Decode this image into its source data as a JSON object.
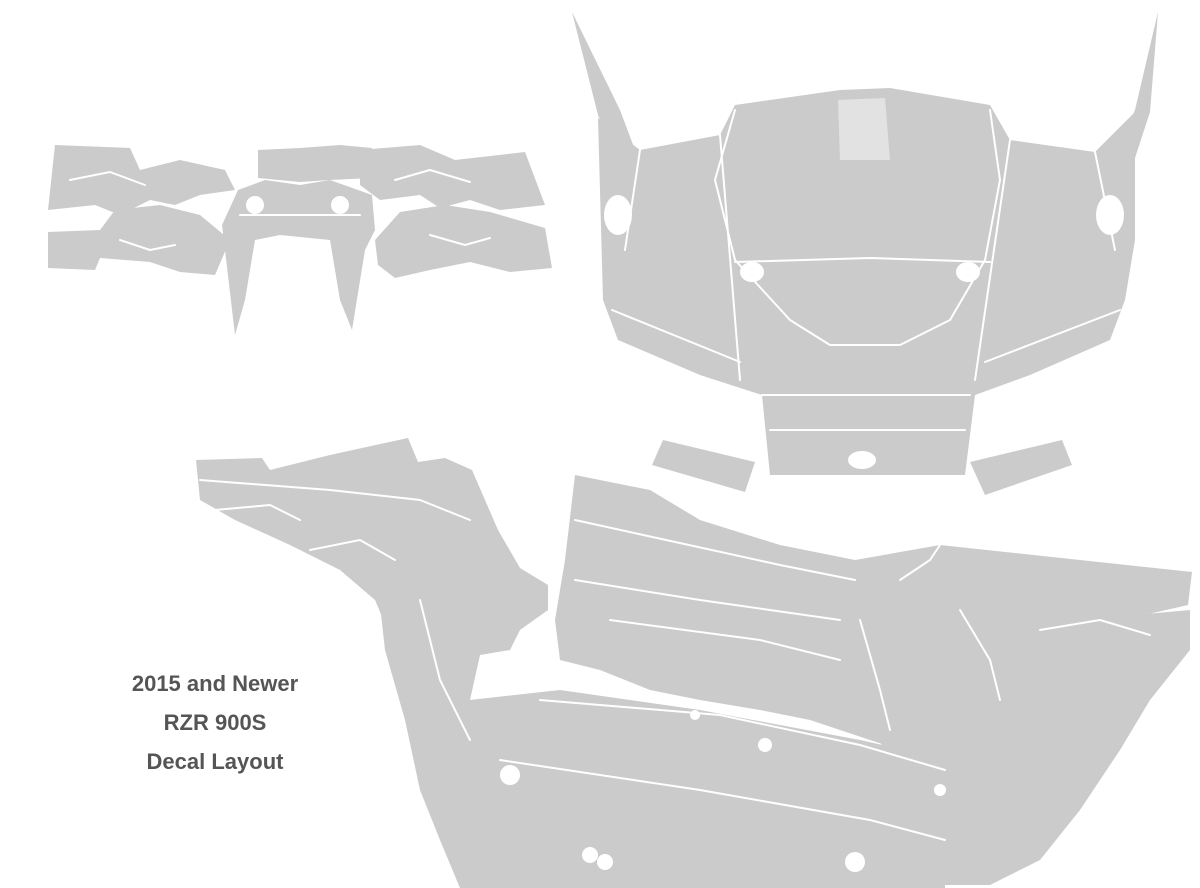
{
  "caption": {
    "line1": "2015 and Newer",
    "line2": "RZR 900S",
    "line3": "Decal Layout"
  },
  "colors": {
    "background": "#ffffff",
    "decal_piece": "#cbcbcb",
    "cut_line": "#ffffff",
    "caption_text": "#555555"
  }
}
